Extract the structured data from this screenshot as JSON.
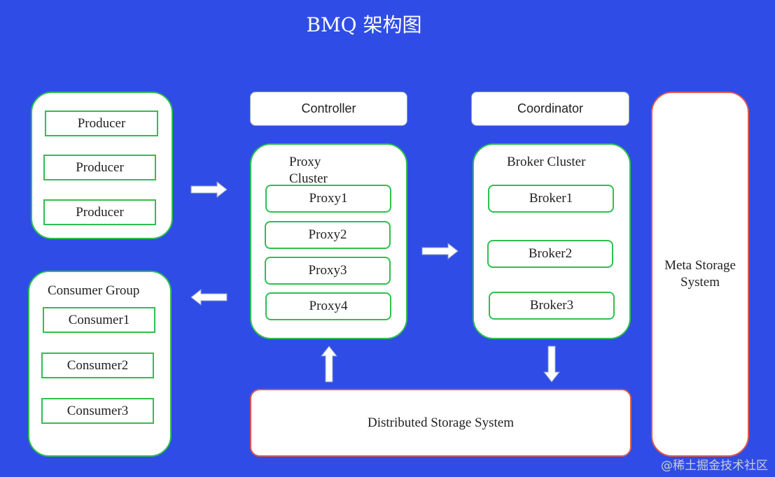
{
  "title": "BMQ 架构图",
  "producers": [
    "Producer",
    "Producer",
    "Producer"
  ],
  "consumer_group": {
    "label": "Consumer Group",
    "items": [
      "Consumer1",
      "Consumer2",
      "Consumer3"
    ]
  },
  "controller": "Controller",
  "coordinator": "Coordinator",
  "proxy_cluster": {
    "label_line1": "Proxy",
    "label_line2": "Cluster",
    "items": [
      "Proxy1",
      "Proxy2",
      "Proxy3",
      "Proxy4"
    ]
  },
  "broker_cluster": {
    "label": "Broker Cluster",
    "items": [
      "Broker1",
      "Broker2",
      "Broker3"
    ]
  },
  "meta_storage": {
    "line1": "Meta Storage",
    "line2": "System"
  },
  "distributed_storage": "Distributed Storage System",
  "watermark": "@稀土掘金技术社区",
  "colors": {
    "background": "#2f4de6",
    "box_border_green": "#2fbf4f",
    "box_border_red": "#e05a4a",
    "box_fill": "#ffffff"
  }
}
